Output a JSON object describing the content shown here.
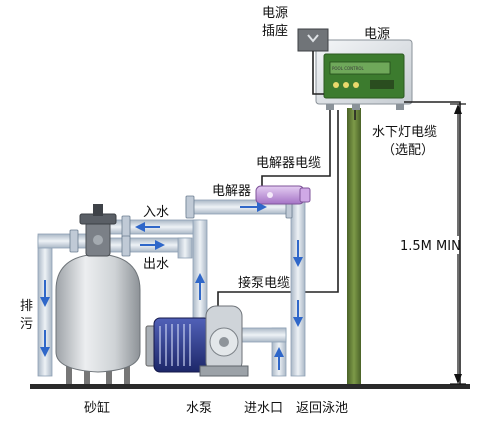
{
  "labels": {
    "power_socket_line1": "电源",
    "power_socket_line2": "插座",
    "power": "电源",
    "underwater_cable_line1": "水下灯电缆",
    "underwater_cable_line2": "（选配）",
    "electrolyzer_cable": "电解器电缆",
    "electrolyzer": "电解器",
    "water_in": "入水",
    "water_out": "出水",
    "drain_line1": "排",
    "drain_line2": "污",
    "pump_cable": "接泵电缆",
    "min_height": "1.5M  MIN",
    "sand_tank": "砂缸",
    "water_pump": "水泵",
    "inlet": "进水口",
    "return_pool": "返回泳池"
  },
  "colors": {
    "pipe": "#d8e0ea",
    "pipe_edge": "#8ea0b4",
    "arrow": "#2f67c9",
    "ground": "#2a2a2a",
    "post": "#5f7a36",
    "panel": "#3c7b2e",
    "tank": "#d2d5d8",
    "pump": "#2c3a8c",
    "electrolyzer": "#b98bd6"
  }
}
